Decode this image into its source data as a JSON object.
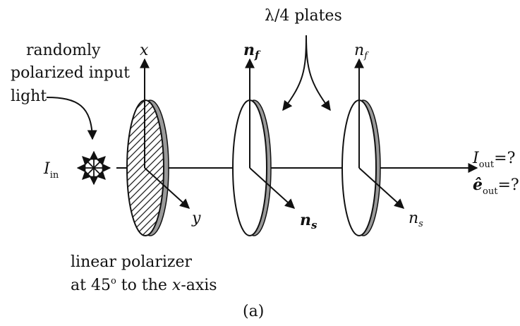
{
  "labels": {
    "plates_text": "λ/4 plates",
    "input_text_line1": "randomly",
    "input_text_line2": "polarized input",
    "input_text_line3": "light",
    "intensity_in_main": "I",
    "intensity_in_sub": "in",
    "polarizer_line1": "linear polarizer",
    "polarizer_line2_a": "at 45",
    "polarizer_line2_deg": "o",
    "polarizer_line2_b": " to the ",
    "polarizer_line2_x": "x",
    "polarizer_line2_c": "-axis",
    "axis_x": "x",
    "axis_y": "y",
    "nf_bold_main": "n",
    "nf_bold_sub": "f",
    "ns_bold_main": "n",
    "ns_bold_sub": "s",
    "nf_plain_main": "n",
    "nf_plain_sub": "f",
    "ns_plain_main": "n",
    "ns_plain_sub": "s",
    "iout_main": "I",
    "iout_sub": "out",
    "iout_rest": "=?",
    "eout_main": "ê",
    "eout_sub": "out",
    "eout_rest": "=?",
    "caption": "(a)"
  },
  "colors": {
    "line": "#111111",
    "plate_edge": "#9a9a9a",
    "background": "#ffffff"
  }
}
